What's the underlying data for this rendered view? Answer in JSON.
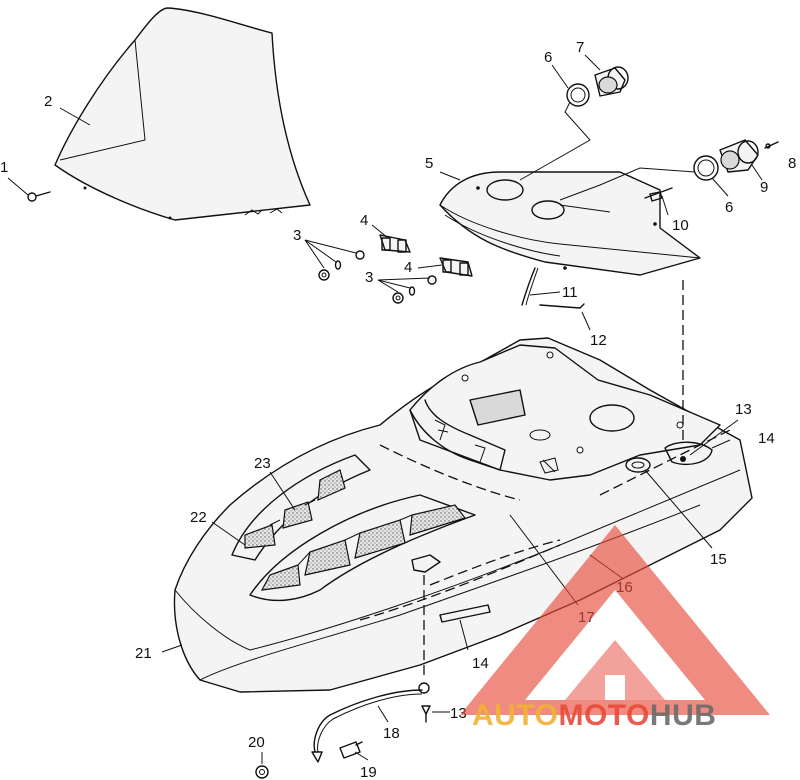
{
  "callouts": {
    "c1": "1",
    "c2": "2",
    "c3a": "3",
    "c3b": "3",
    "c4a": "4",
    "c4b": "4",
    "c5": "5",
    "c6a": "6",
    "c6b": "6",
    "c7": "7",
    "c8": "8",
    "c9": "9",
    "c10": "10",
    "c11": "11",
    "c12": "12",
    "c13a": "13",
    "c13b": "13",
    "c14a": "14",
    "c14b": "14",
    "c15": "15",
    "c16": "16",
    "c17": "17",
    "c18": "18",
    "c19": "19",
    "c20": "20",
    "c21": "21",
    "c22": "22",
    "c23": "23"
  },
  "watermark": {
    "part1": "AUTO",
    "part2": "MOTO",
    "part3": "HUB",
    "color1": "#f2b233",
    "color2": "#e84a3a",
    "color3": "#6b6b6b"
  }
}
